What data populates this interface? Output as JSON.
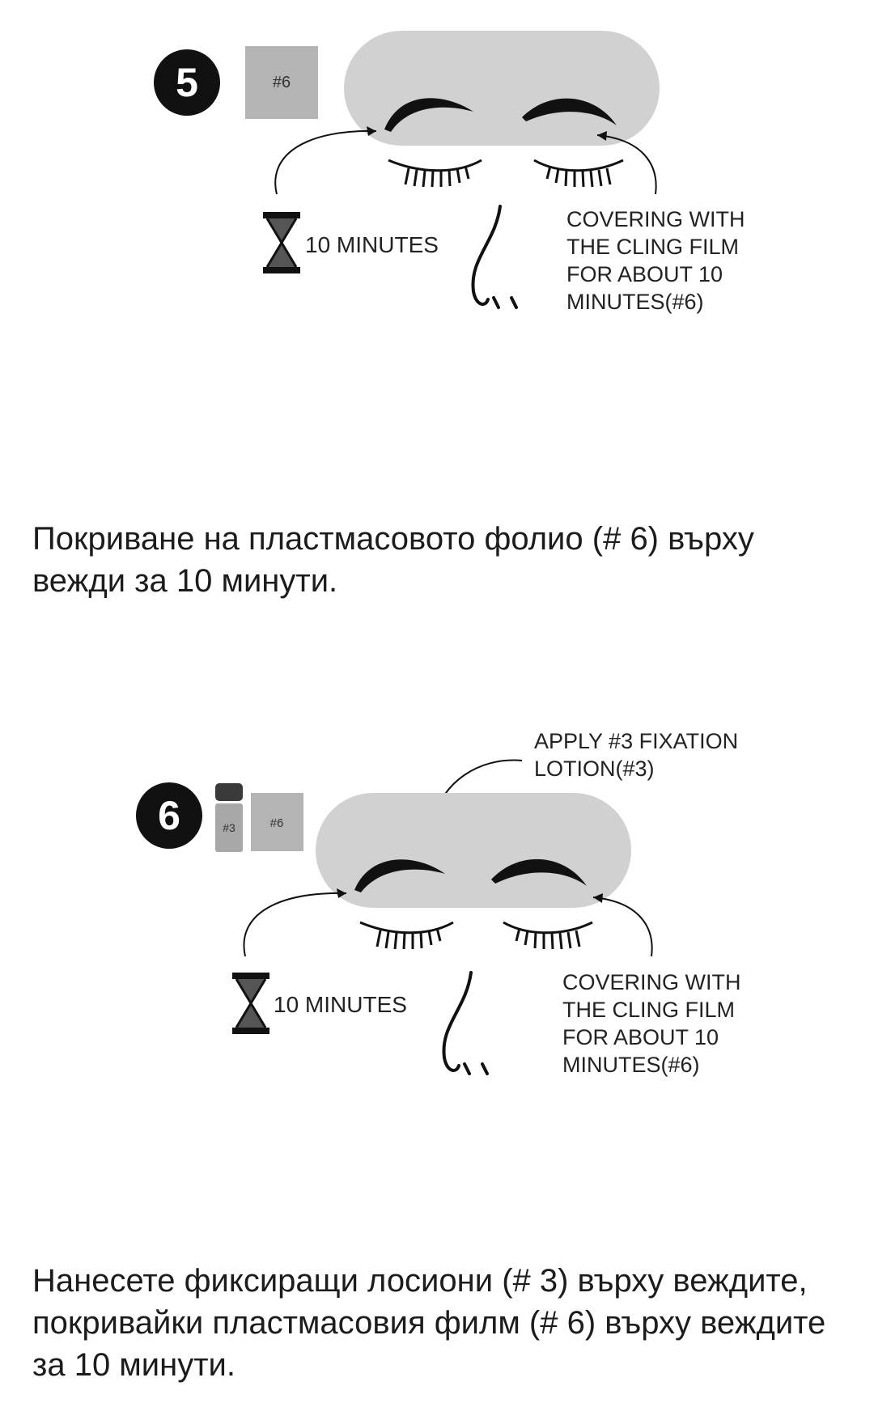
{
  "step5": {
    "number": "5",
    "product_tags": [
      "#6"
    ],
    "timer": "10 MINUTES",
    "note_lines": [
      "COVERING WITH",
      "THE CLING FILM",
      "FOR ABOUT 10",
      "MINUTES(#6)"
    ],
    "caption": "Покриване на пластмасовото фолио (# 6) върху вежди за 10 минути."
  },
  "step6": {
    "number": "6",
    "product_tags": [
      "#3",
      "#6"
    ],
    "apply_lines": [
      "APPLY #3 FIXATION",
      "LOTION(#3)"
    ],
    "timer": "10 MINUTES",
    "note_lines": [
      "COVERING WITH",
      "THE CLING FILM",
      "FOR ABOUT 10",
      "MINUTES(#6)"
    ],
    "caption": "Нанесете фиксиращи лосиони (# 3) върху веждите, покривайки пластмасовия филм (# 6) върху веждите за 10 минути."
  },
  "colors": {
    "film": "#d1d1d1",
    "tag": "#b4b4b4",
    "ink": "#111111"
  }
}
